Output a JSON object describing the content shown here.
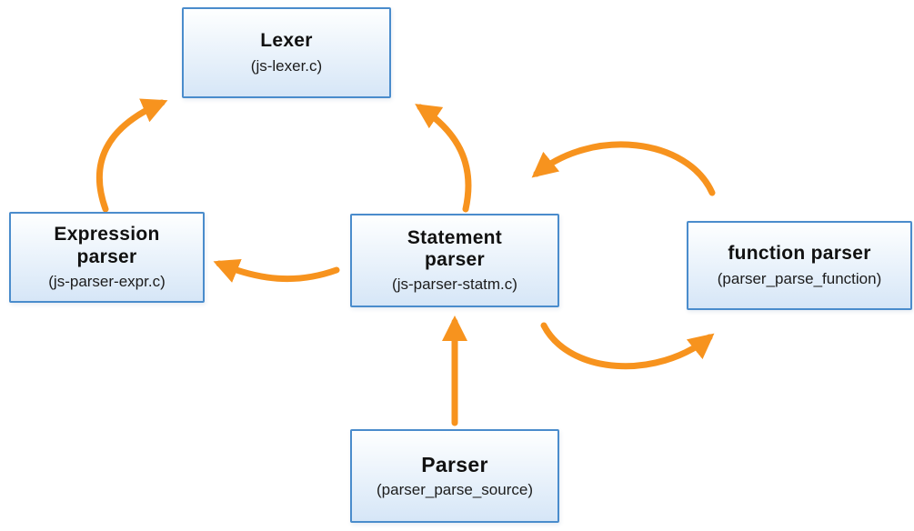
{
  "nodes": {
    "lexer": {
      "title": "Lexer",
      "subtitle": "(js-lexer.c)"
    },
    "expression": {
      "title": "Expression parser",
      "subtitle": "(js-parser-expr.c)"
    },
    "statement": {
      "title": "Statement parser",
      "subtitle": "(js-parser-statm.c)"
    },
    "function": {
      "title": "function parser",
      "subtitle": "(parser_parse_function)"
    },
    "parser": {
      "title": "Parser",
      "subtitle": "(parser_parse_source)"
    }
  },
  "edges": [
    {
      "from": "Expression parser",
      "to": "Lexer"
    },
    {
      "from": "Statement parser",
      "to": "Lexer"
    },
    {
      "from": "Statement parser",
      "to": "Expression parser"
    },
    {
      "from": "Parser",
      "to": "Statement parser"
    },
    {
      "from": "function parser",
      "to": "Statement parser"
    },
    {
      "from": "Statement parser",
      "to": "function parser"
    }
  ],
  "colors": {
    "arrow": "#F7931E",
    "node_border": "#4A8CCC",
    "node_fill_top": "#FEFFFF",
    "node_fill_bottom": "#D6E6F7",
    "text": "#111111"
  }
}
